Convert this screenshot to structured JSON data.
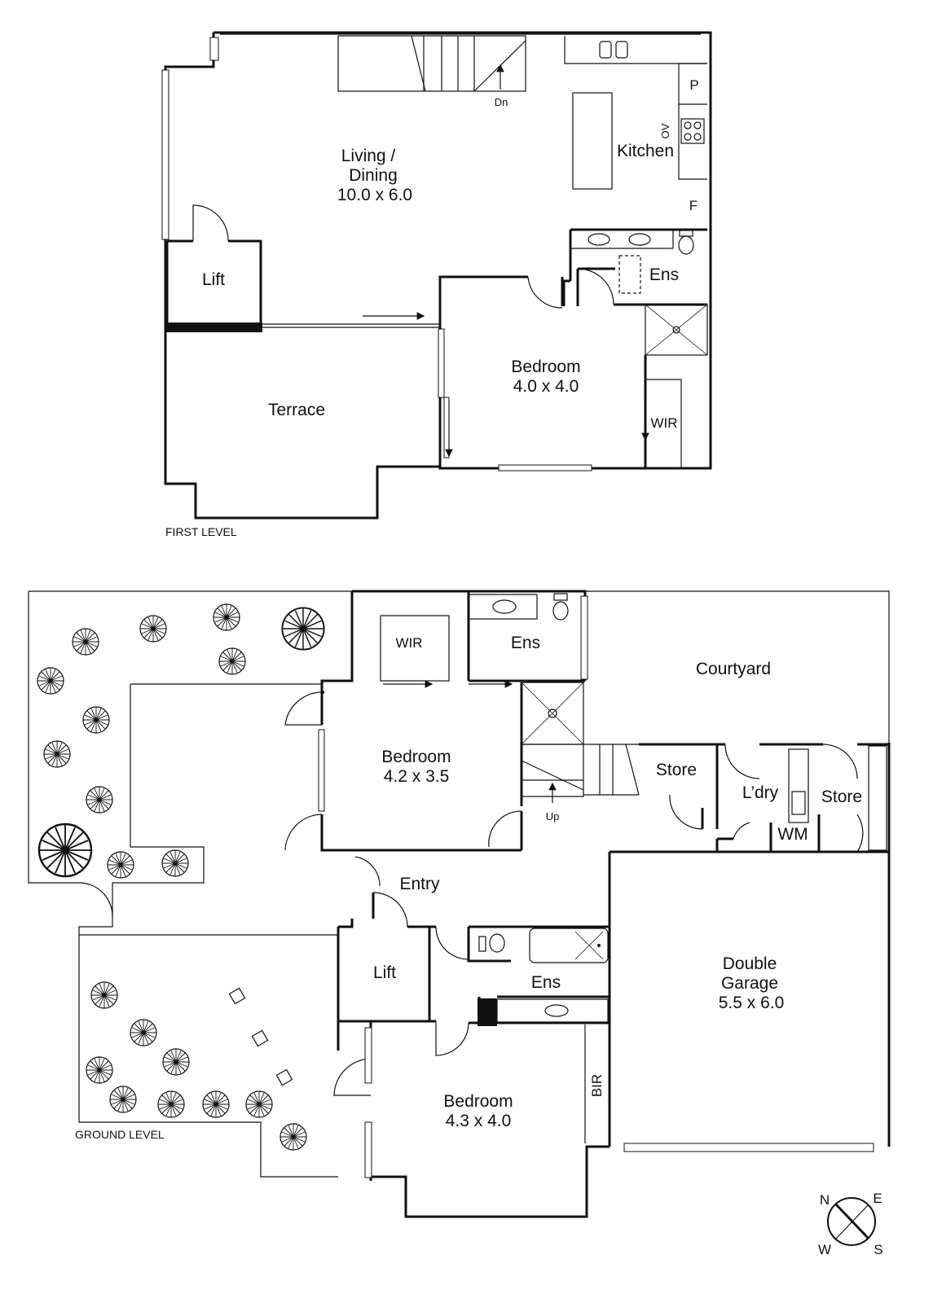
{
  "first_level": {
    "label": "FIRST LEVEL",
    "rooms": {
      "living": {
        "line1": "Living /",
        "line2": "Dining",
        "size": "10.0 x 6.0"
      },
      "kitchen": "Kitchen",
      "pantry": "P",
      "oven": "OV",
      "fridge": "F",
      "ensuite": "Ens",
      "lift": "Lift",
      "bedroom": {
        "name": "Bedroom",
        "size": "4.0 x 4.0"
      },
      "terrace": "Terrace",
      "wir": "WIR",
      "stairs": "Dn"
    }
  },
  "ground_level": {
    "label": "GROUND LEVEL",
    "rooms": {
      "wir": "WIR",
      "ensuite_top": "Ens",
      "courtyard": "Courtyard",
      "bedroom1": {
        "name": "Bedroom",
        "size": "4.2 x 3.5"
      },
      "store1": "Store",
      "laundry": "L’dry",
      "store2": "Store",
      "wm": "WM",
      "stairs": "Up",
      "entry": "Entry",
      "lift": "Lift",
      "ensuite_bottom": "Ens",
      "garage": {
        "line1": "Double",
        "line2": "Garage",
        "size": "5.5 x 6.0"
      },
      "bir": "BIR",
      "bedroom2": {
        "name": "Bedroom",
        "size": "4.3 x 4.0"
      }
    }
  },
  "compass": {
    "n": "N",
    "e": "E",
    "w": "W",
    "s": "S"
  }
}
